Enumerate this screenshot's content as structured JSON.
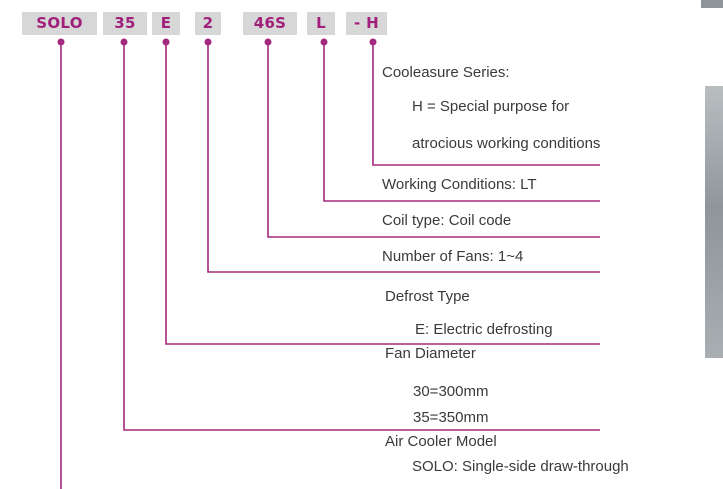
{
  "model_code": {
    "segments": [
      "SOLO",
      "35",
      "E",
      "2",
      "46S",
      "L",
      "- H"
    ]
  },
  "colors": {
    "line": "#a3287f",
    "chip_bg": "#d7d7d7",
    "chip_text": "#a01f7a",
    "text": "#3a3a3a"
  },
  "descriptions": {
    "series_title": "Cooleasure Series:",
    "series_line1": "H = Special purpose for",
    "series_line2": "atrocious working conditions",
    "working_conditions": "Working Conditions: LT",
    "coil_type": "Coil type: Coil code",
    "number_of_fans": "Number of Fans: 1~4",
    "defrost_title": "Defrost Type",
    "defrost_value": "E: Electric defrosting",
    "fan_diameter_title": "Fan Diameter",
    "fan_diameter_30": "30=300mm",
    "fan_diameter_35": "35=350mm",
    "model_title": "Air Cooler Model",
    "model_value": "SOLO: Single-side draw-through"
  }
}
